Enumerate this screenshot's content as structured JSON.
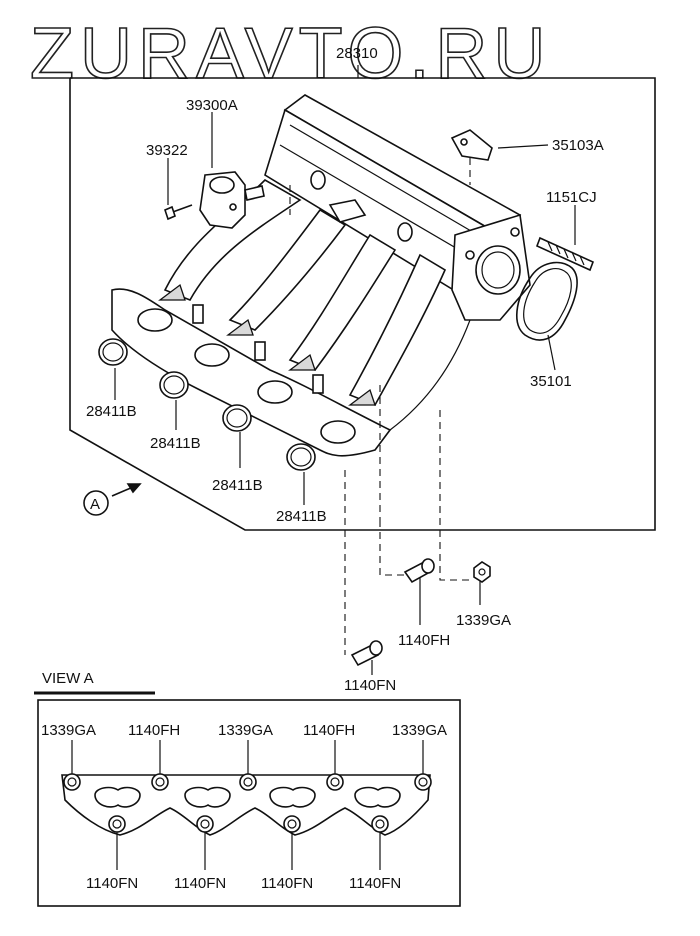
{
  "watermark": "ZURAVTO.RU",
  "parts": {
    "manifold": "28310",
    "sensor": "39300A",
    "sensor_bolt": "39322",
    "bracket": "35103A",
    "stud": "1151CJ",
    "gasket_throttle": "35101",
    "gasket_port_1": "28411B",
    "gasket_port_2": "28411B",
    "gasket_port_3": "28411B",
    "gasket_port_4": "28411B",
    "bolt_fh": "1140FH",
    "nut": "1339GA",
    "bolt_fn": "1140FN"
  },
  "view_marker": "A",
  "view_a": {
    "title": "VIEW  A",
    "top_labels": [
      "1339GA",
      "1140FH",
      "1339GA",
      "1140FH",
      "1339GA"
    ],
    "bottom_labels": [
      "1140FN",
      "1140FN",
      "1140FN",
      "1140FN"
    ]
  }
}
